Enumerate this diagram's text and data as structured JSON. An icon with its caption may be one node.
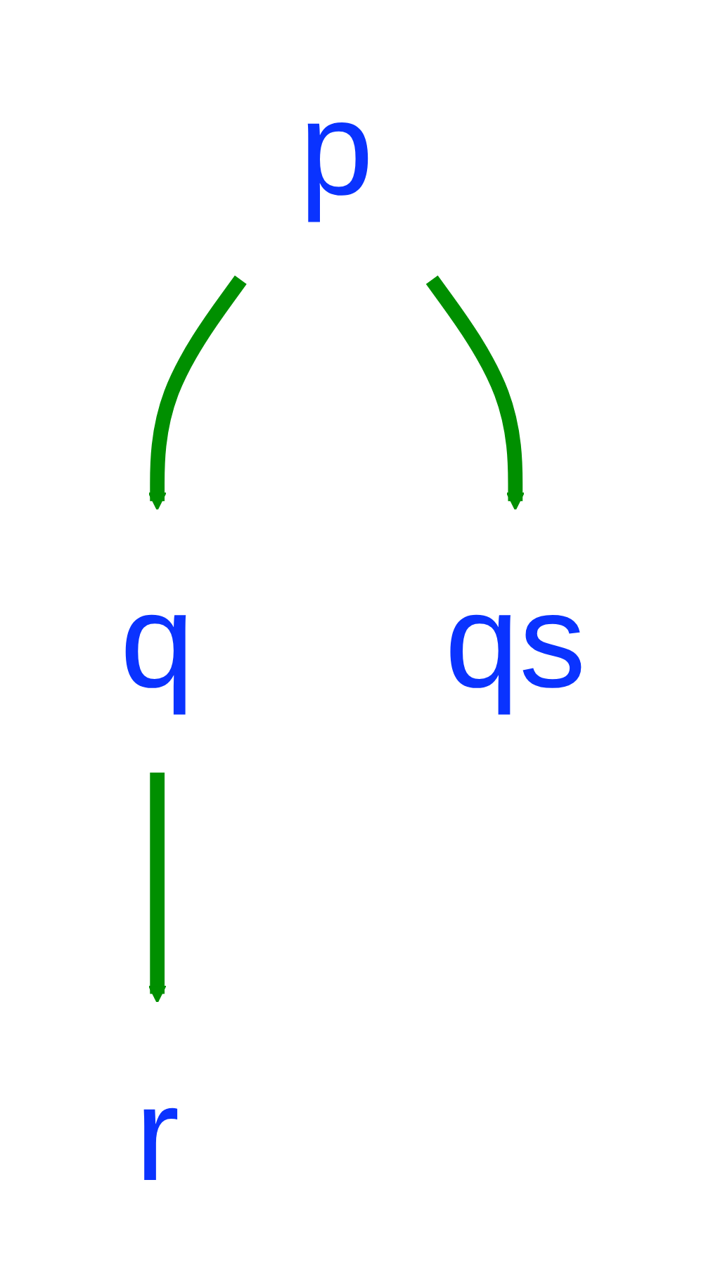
{
  "diagram": {
    "nodes": [
      {
        "text": [
          "p"
        ]
      },
      {
        "text": [
          "q"
        ]
      },
      {
        "text": [
          "qs"
        ]
      },
      {
        "text": [
          "r"
        ]
      }
    ],
    "edges": [
      {
        "from": 0,
        "to": 1,
        "arrow": "to"
      },
      {
        "from": 0,
        "to": 2,
        "arrow": "to"
      },
      {
        "from": 1,
        "to": 3,
        "arrow": "to"
      }
    ]
  }
}
